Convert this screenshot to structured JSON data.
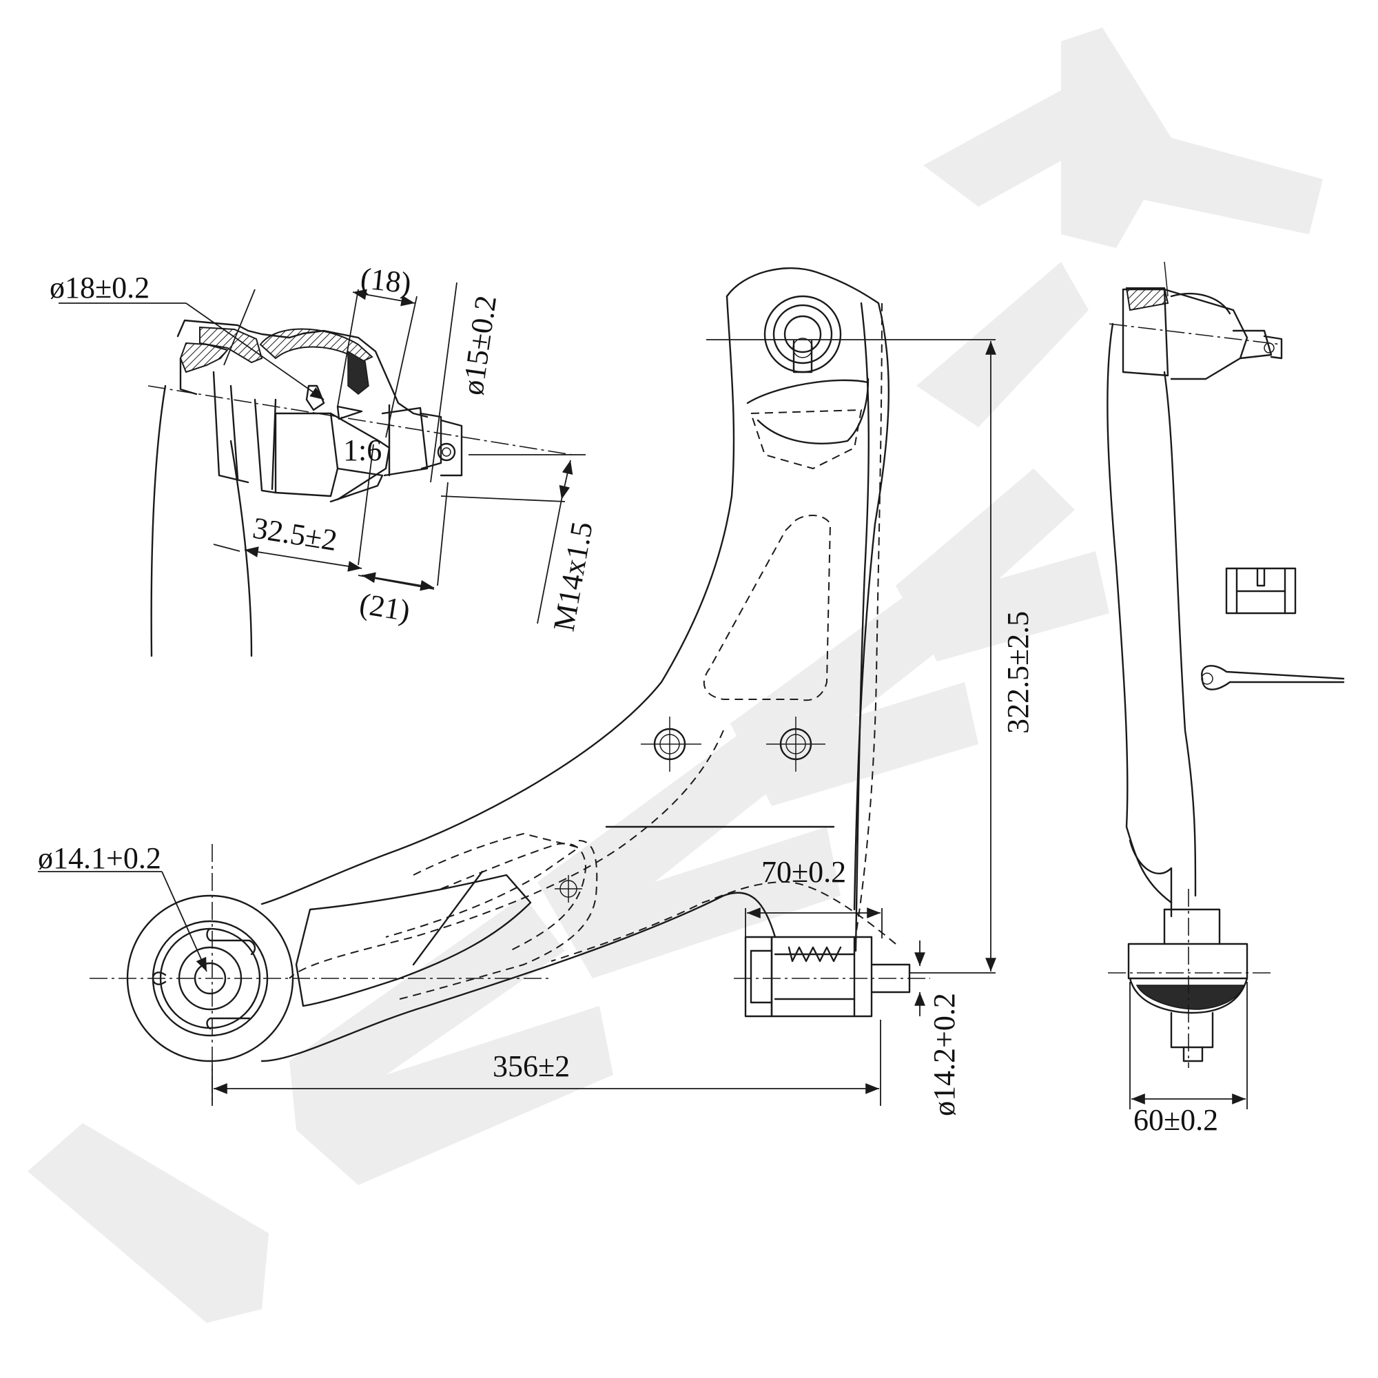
{
  "watermark": {
    "color": "#ededed"
  },
  "dimensions": {
    "ball_stud_diameter": "ø18±0.2",
    "taper_length": "(18)",
    "pin_hole_diameter": "ø15±0.2",
    "taper_ratio": "1:6",
    "stud_offset": "32.5±2",
    "thread_length": "(21)",
    "thread_spec": "M14x1.5",
    "front_bushing_bore": "ø14.1+0.2",
    "rear_bushing_length": "70±0.2",
    "rear_bushing_bore": "ø14.2+0.2",
    "overall_length": "356±2",
    "overall_height": "322.5±2.5",
    "bushing_width": "60±0.2"
  },
  "accessories": {
    "nut_icon": "castle-nut-icon",
    "pin_icon": "cotter-pin-icon"
  }
}
